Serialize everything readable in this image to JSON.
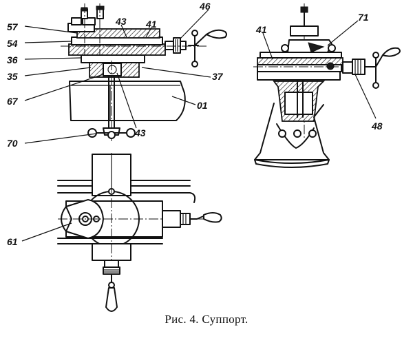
{
  "figure": {
    "caption": "Рис. 4. Суппорт.",
    "labels": {
      "l57": "57",
      "l54": "54",
      "l36": "36",
      "l35": "35",
      "l67": "67",
      "l70": "70",
      "l43a": "43",
      "l41a": "41",
      "l46": "46",
      "l37": "37",
      "l01": "01",
      "l43b": "43",
      "l41b": "41",
      "l71": "71",
      "l48": "48",
      "l61": "61"
    }
  }
}
